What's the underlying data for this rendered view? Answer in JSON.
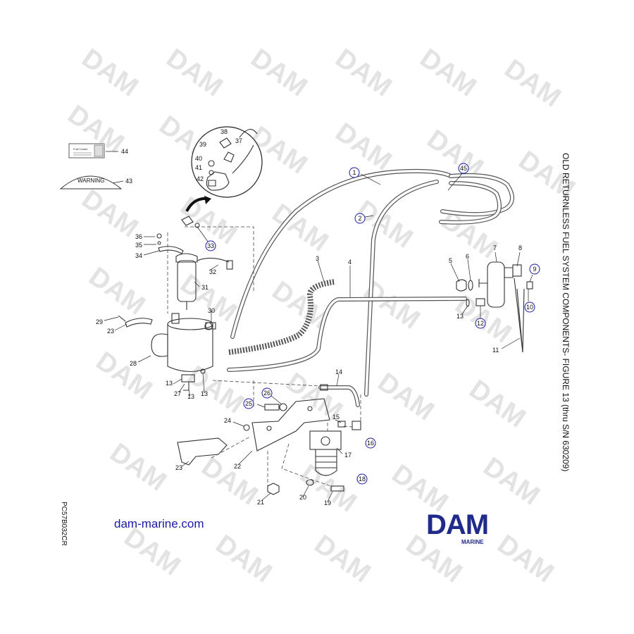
{
  "title": "OLD RETURNLESS FUEL SYSTEM COMPONENTS- FIGURE 13 (thru S/N 630209)",
  "figure_code": "PC57B032CR",
  "website": "dam-marine.com",
  "logo": {
    "main": "DAM",
    "sub": "MARINE",
    "color": "#1f2a8a"
  },
  "watermark": "DAM",
  "warning_decal": "WARNING",
  "fuel_decal": "Fuel Cooler",
  "callouts": [
    "1",
    "2",
    "9",
    "10",
    "12",
    "16",
    "18",
    "25",
    "26",
    "33",
    "45"
  ],
  "labels": [
    "3",
    "4",
    "5",
    "6",
    "7",
    "8",
    "11",
    "13",
    "14",
    "15",
    "17",
    "19",
    "20",
    "21",
    "22",
    "23",
    "24",
    "27",
    "28",
    "29",
    "30",
    "31",
    "32",
    "34",
    "35",
    "36",
    "37",
    "38",
    "39",
    "40",
    "41",
    "42",
    "43",
    "44"
  ]
}
